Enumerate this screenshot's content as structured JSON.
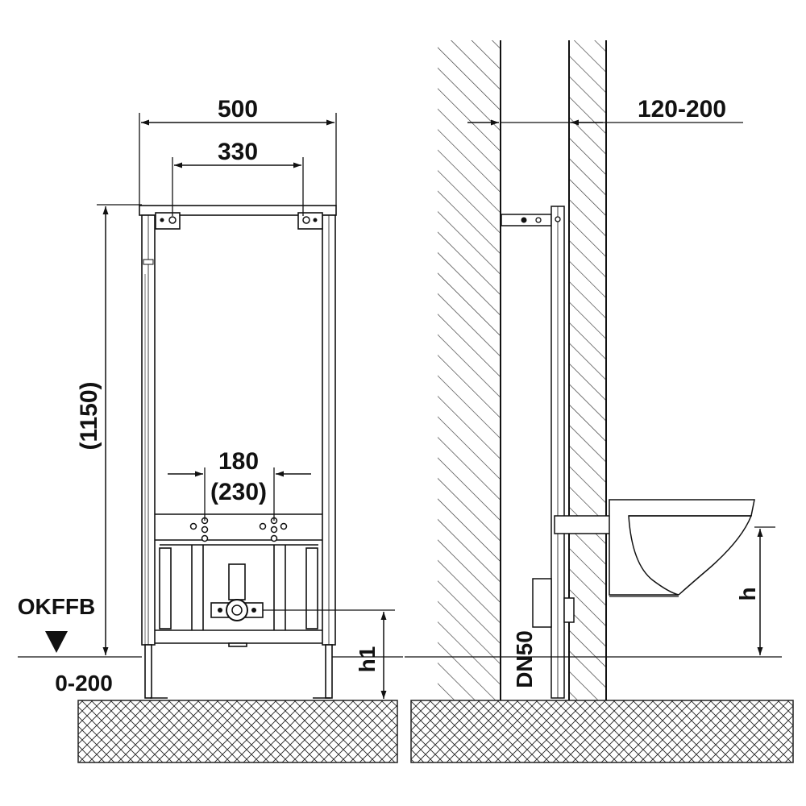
{
  "front_view": {
    "width_overall": "500",
    "width_mount_holes": "330",
    "height_frame": "(1150)",
    "pipe_spacing": "180",
    "pipe_spacing_alt": "(230)",
    "floor_reference": "OKFFB",
    "leg_adjustment": "0-200",
    "connection_height": "h1"
  },
  "side_view": {
    "wall_gap": "120-200",
    "drain_pipe": "DN50",
    "fixture_height": "h"
  }
}
